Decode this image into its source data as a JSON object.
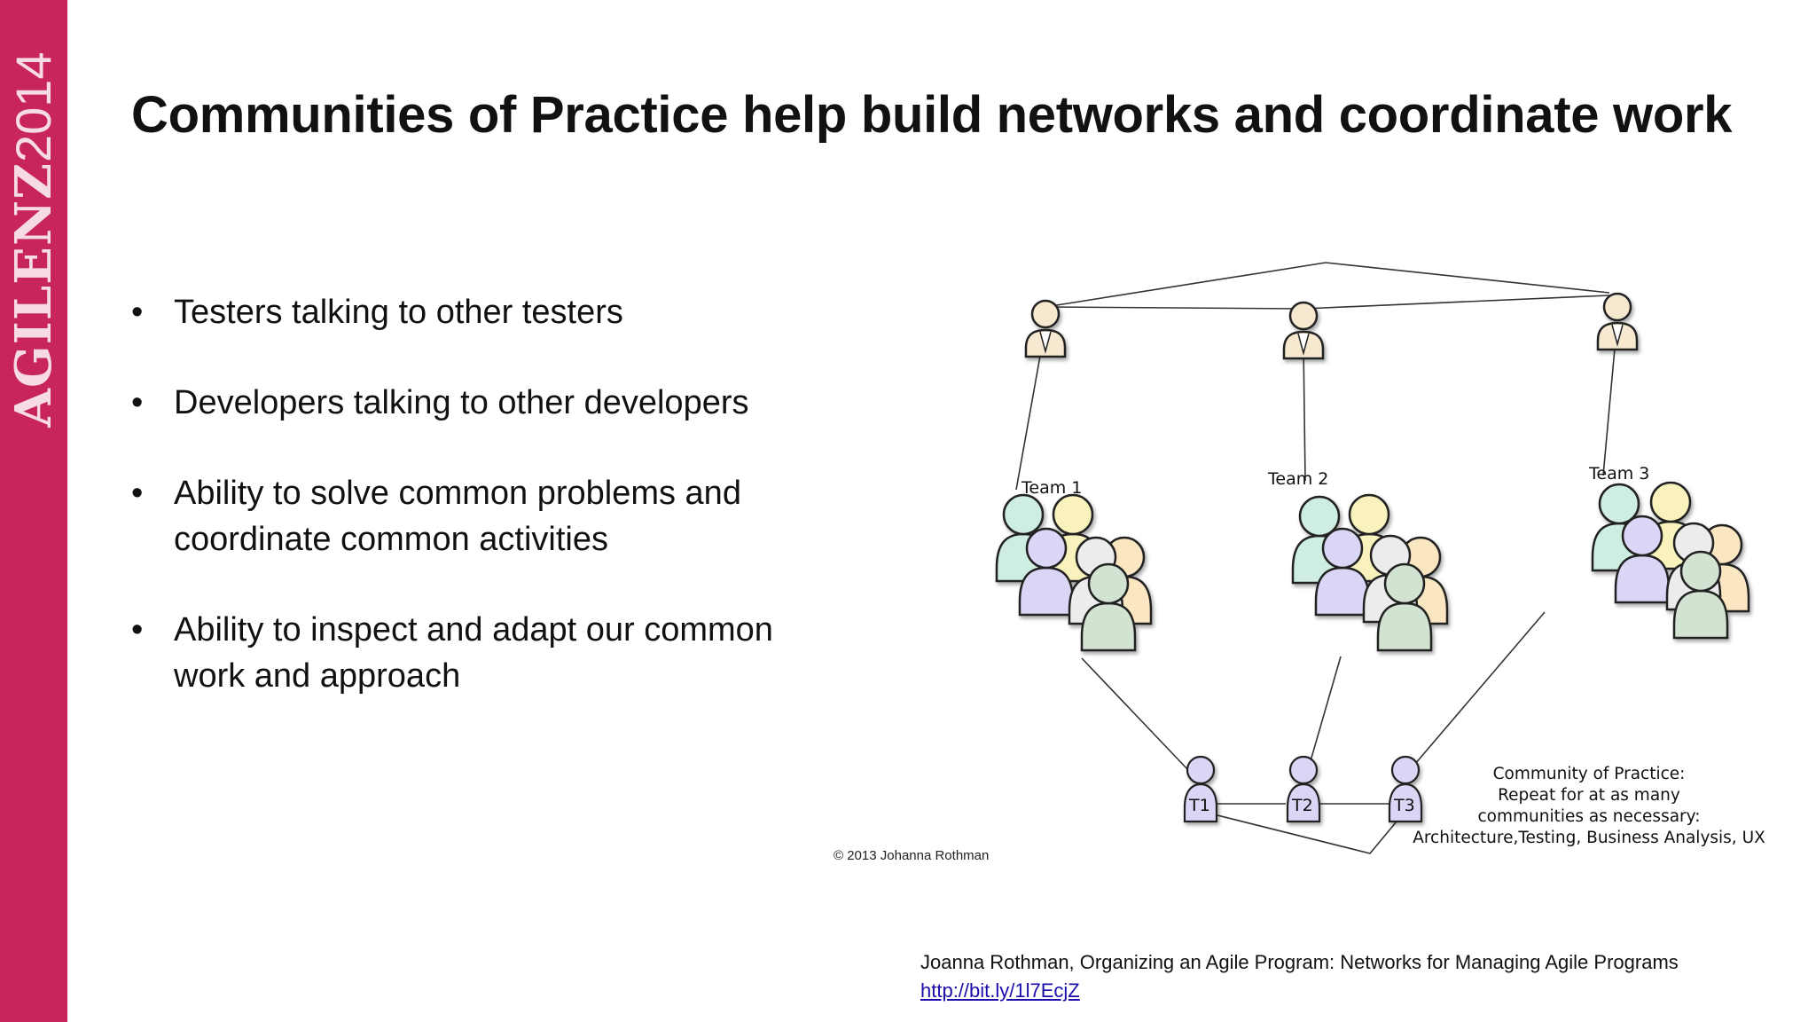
{
  "slide": {
    "brand_bold": "AGILENZ",
    "brand_year": "2014",
    "title": "Communities of Practice help build networks and coordinate work",
    "bullets": [
      "Testers talking to other testers",
      "Developers talking to other developers",
      "Ability to solve common problems and coordinate common activities",
      "Ability to inspect and adapt our common work and approach"
    ]
  },
  "diagram": {
    "teams": [
      "Team 1",
      "Team 2",
      "Team 3"
    ],
    "testers": [
      "T1",
      "T2",
      "T3"
    ],
    "note_lines": [
      "Community of Practice:",
      "Repeat for at as many",
      "communities as necessary:",
      "Architecture,Testing, Business Analysis, UX"
    ],
    "copyright": "© 2013 Johanna Rothman"
  },
  "citation": {
    "text": "Joanna Rothman, Organizing an Agile Program: Networks for Managing Agile Programs",
    "link": "http://bit.ly/1l7EcjZ"
  },
  "colors": {
    "sidebar": "#c8265a",
    "person_teal": "#cfeee2",
    "person_yellow": "#f9f2bd",
    "person_purple": "#d9d6f6",
    "person_grey": "#ececec",
    "person_orange": "#fbe6c2",
    "person_green": "#d2e3d2",
    "manager_tan": "#f7e9cf"
  }
}
